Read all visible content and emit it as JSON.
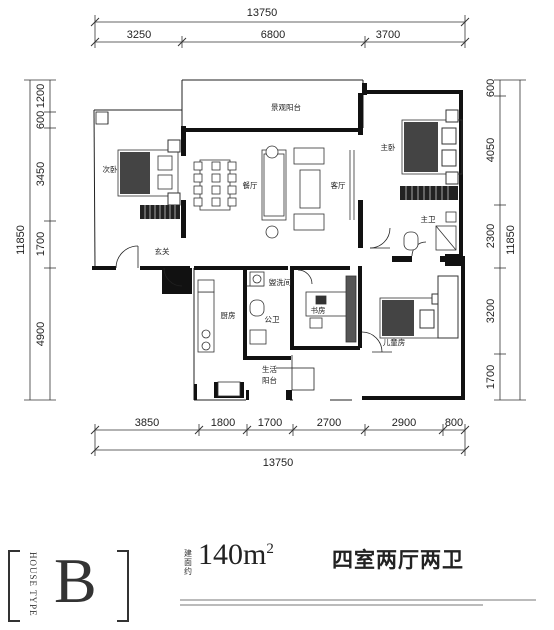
{
  "dimensions": {
    "top_total": "13750",
    "top_segments": [
      "3250",
      "6800",
      "3700"
    ],
    "bottom_segments": [
      "3850",
      "1800",
      "1700",
      "2700",
      "2900",
      "800"
    ],
    "bottom_total": "13750",
    "left_segments": [
      "1200",
      "600",
      "3450",
      "1700",
      "4900"
    ],
    "left_total": "11850",
    "right_segments": [
      "600",
      "4050",
      "2300",
      "3200",
      "1700"
    ],
    "right_total": "11850"
  },
  "rooms": {
    "landscape_balcony": "景观阳台",
    "master_bedroom": "主卧",
    "second_bedroom": "次卧",
    "dining_room": "餐厅",
    "living_room": "客厅",
    "foyer": "玄关",
    "master_bath": "主卫",
    "laundry": "盥洗间",
    "kitchen": "厨房",
    "public_bath": "公卫",
    "study": "书房",
    "kids_room": "儿童房",
    "utility_balcony": "生活阳台"
  },
  "footer": {
    "house_type_label": "HOUSE TYPE",
    "type_letter": "B",
    "area_label": "建面约",
    "area_number": "140m",
    "area_sup": "2",
    "layout": "四室两厅两卫"
  }
}
